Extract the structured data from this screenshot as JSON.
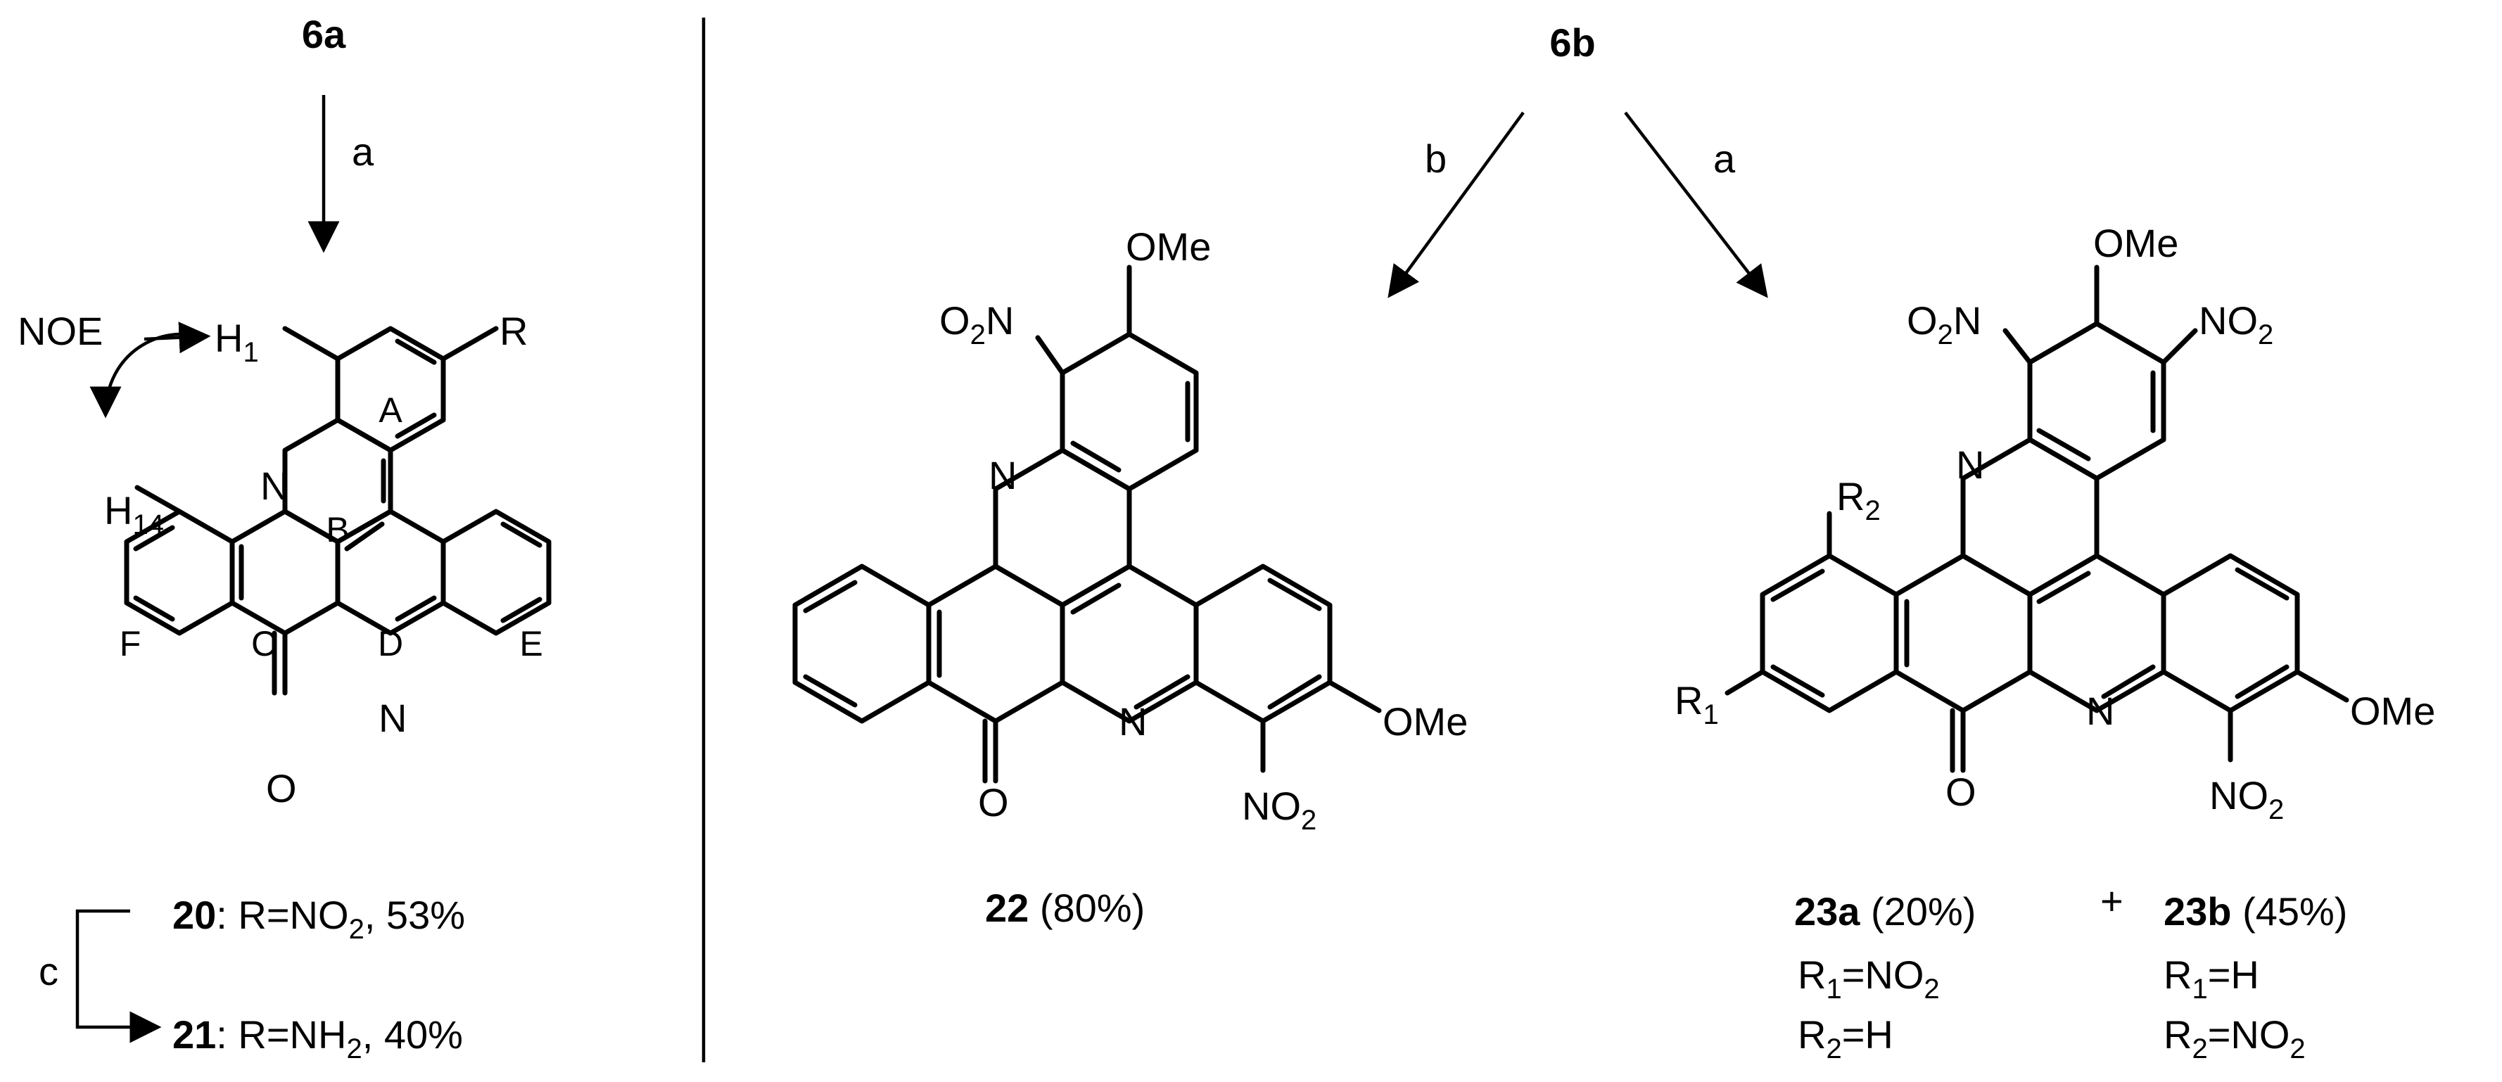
{
  "left_panel": {
    "start_compound": "6a",
    "arrow_reagent": "a",
    "noe_label": "NOE",
    "proton_h1": "H",
    "proton_h1_sub": "1",
    "proton_h14": "H",
    "proton_h14_sub": "14",
    "substituent_r": "R",
    "ring_labels": [
      "A",
      "B",
      "C",
      "D",
      "E",
      "F"
    ],
    "atom_n": "N",
    "atom_o": "O",
    "conversion_reagent": "c",
    "product_20": {
      "id": "20",
      "text_pre": ": R=NO",
      "sub": "2",
      "text_post": ", 53%"
    },
    "product_21": {
      "id": "21",
      "text_pre": ": R=NH",
      "sub": "2",
      "text_post": ", 40%"
    }
  },
  "right_panel": {
    "start_compound": "6b",
    "left_arrow_reagent": "b",
    "right_arrow_reagent": "a",
    "compound_22": {
      "ome": "OMe",
      "no2_pre": "O",
      "no2_sub": "2",
      "no2_post": "N",
      "ome2": "OMe",
      "no2b_pre": "NO",
      "no2b_sub": "2",
      "id": "22",
      "yield": "(80%)"
    },
    "compound_23": {
      "ome": "OMe",
      "o2n_pre": "O",
      "o2n_sub": "2",
      "o2n_post": "N",
      "no2_pre": "NO",
      "no2_sub": "2",
      "r2": "R",
      "r2_sub": "2",
      "r1": "R",
      "r1_sub": "1",
      "ome2": "OMe",
      "no2b_pre": "NO",
      "no2b_sub": "2"
    },
    "product_23a": {
      "id": "23a",
      "yield": "(20%)",
      "r1_line": "R",
      "r1_sub": "1",
      "r1_val": "=NO",
      "r1_val_sub": "2",
      "r2_line": "R",
      "r2_sub": "2",
      "r2_val": "=H"
    },
    "plus": "+",
    "product_23b": {
      "id": "23b",
      "yield": "(45%)",
      "r1_line": "R",
      "r1_sub": "1",
      "r1_val": "=H",
      "r2_line": "R",
      "r2_sub": "2",
      "r2_val": "=NO",
      "r2_val_sub": "2"
    }
  }
}
